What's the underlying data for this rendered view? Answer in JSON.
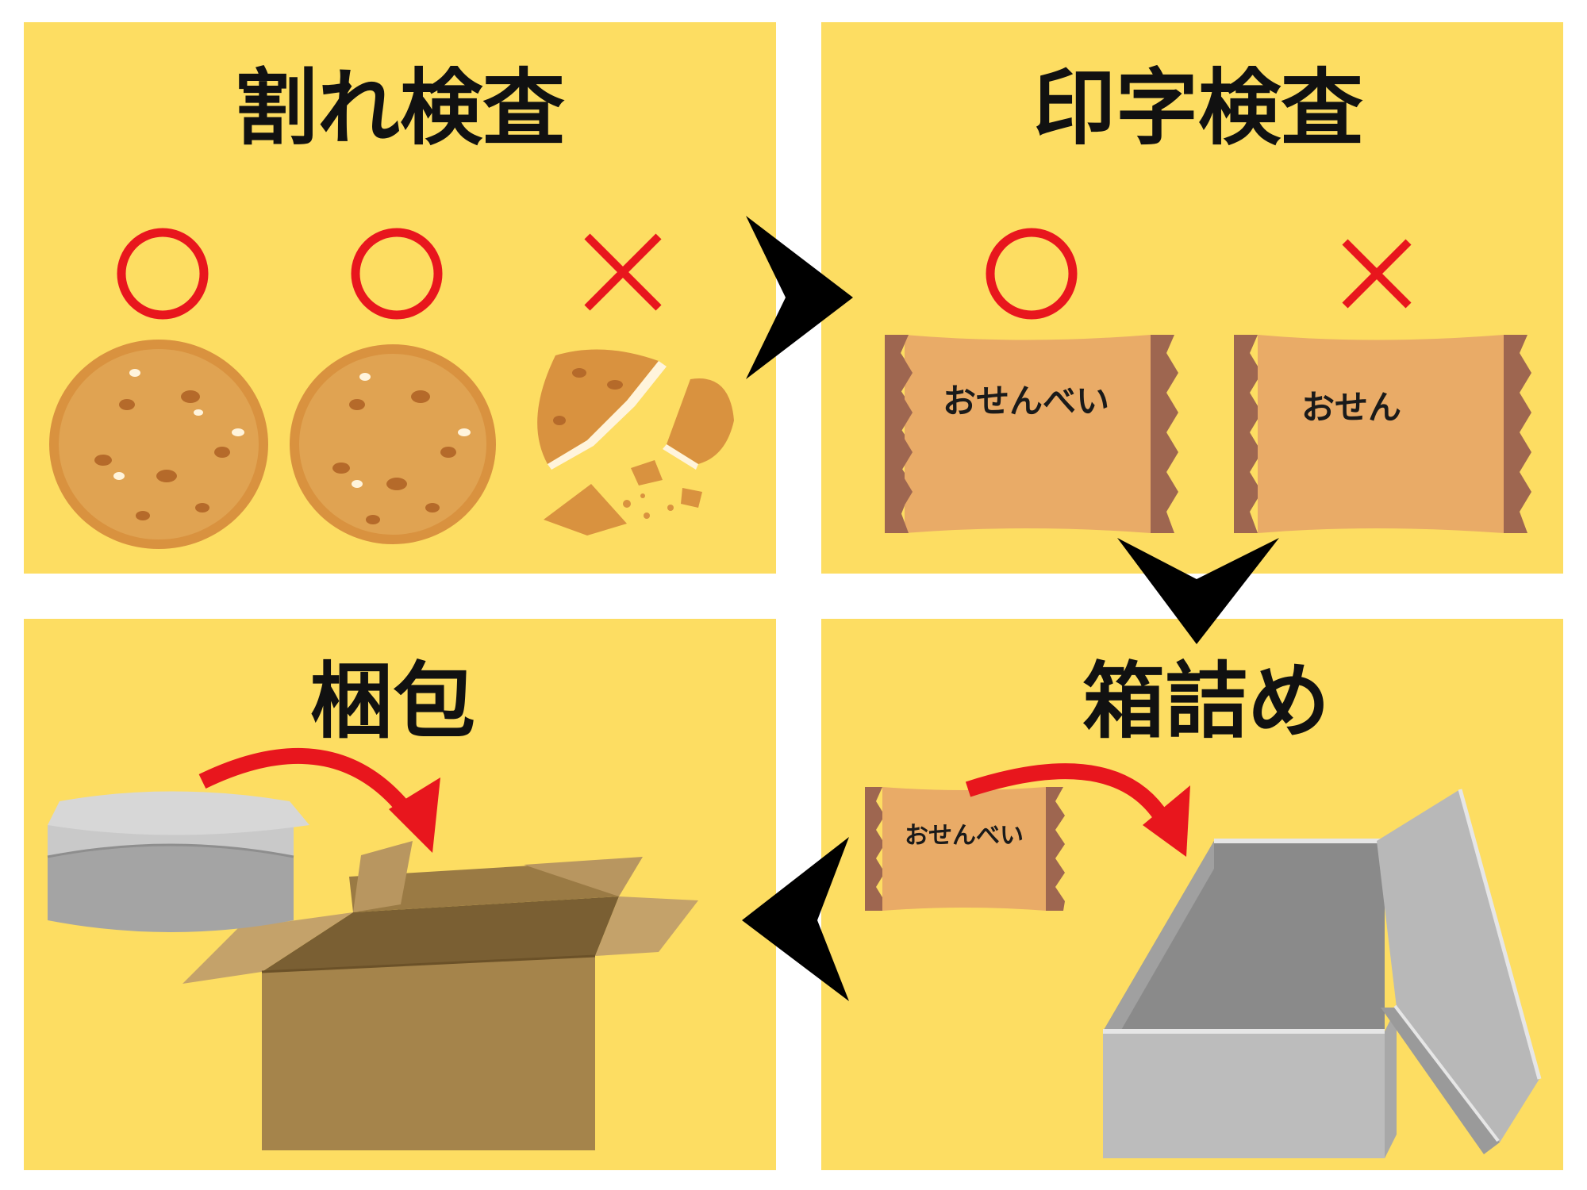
{
  "colors": {
    "panel": "#fddd62",
    "ok": "#e8161d",
    "ng": "#e8161d",
    "arrow": "#000000",
    "red_arrow": "#e8161d",
    "cracker": "#d9923f",
    "packet": "#e9ab67",
    "packet_edge": "#9e6650",
    "cardboard": "#a5844b",
    "tin": "#b4b4b4"
  },
  "panels": {
    "crack": {
      "title": "割れ検査",
      "marks": [
        "○",
        "○",
        "×"
      ]
    },
    "print": {
      "title": "印字検査",
      "marks": [
        "○",
        "×"
      ],
      "packets": [
        {
          "label": "おせんべい"
        },
        {
          "label": "おせん"
        }
      ]
    },
    "boxing": {
      "title": "箱詰め",
      "packet_label": "おせんべい"
    },
    "packing": {
      "title": "梱包"
    }
  },
  "flow": [
    "割れ検査",
    "印字検査",
    "箱詰め",
    "梱包"
  ]
}
